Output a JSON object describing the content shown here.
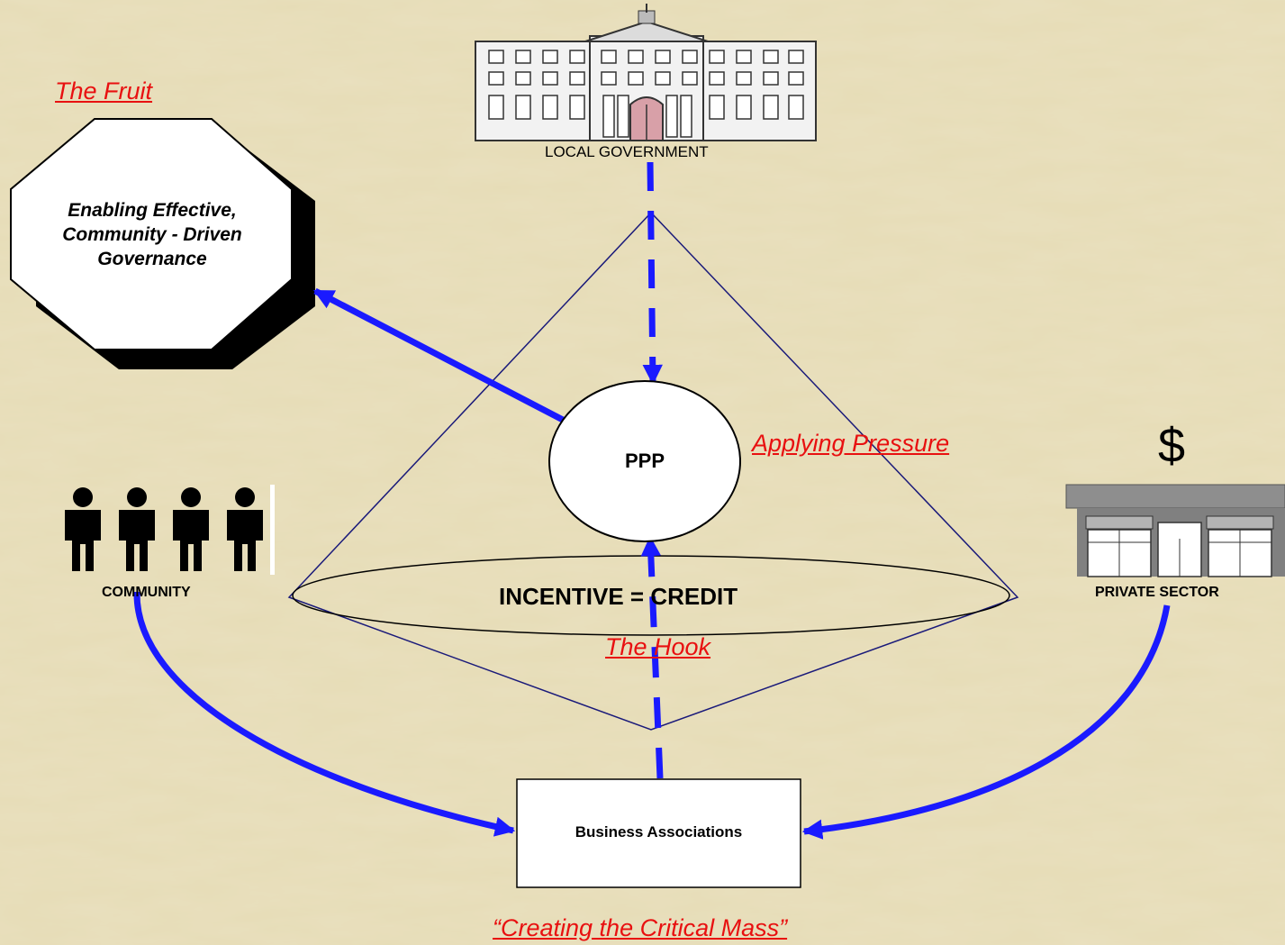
{
  "labels": {
    "fruit": "The Fruit",
    "governance": "Enabling Effective, Community - Driven Governance",
    "local_government": "LOCAL GOVERNMENT",
    "ppp": "PPP",
    "applying_pressure": "Applying Pressure",
    "community": "COMMUNITY",
    "incentive": "INCENTIVE = CREDIT",
    "hook": "The Hook",
    "private_sector": "PRIVATE SECTOR",
    "dollar": "$",
    "business_associations": "Business Associations",
    "critical_mass": "“Creating the Critical Mass”"
  },
  "colors": {
    "background": "#e6dcb6",
    "arrow": "#1a1aff",
    "annotation": "#e81010",
    "cone": "#1a1a7a"
  },
  "icons": {
    "government": "government-building-icon",
    "community": "people-icon",
    "private_sector": "storefront-icon"
  }
}
